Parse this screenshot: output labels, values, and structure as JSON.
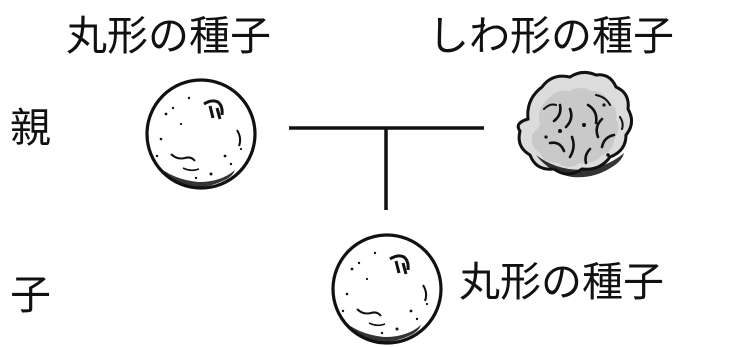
{
  "labels": {
    "parent_round_seed": "丸形の種子",
    "parent_wrinkled_seed": "しわ形の種子",
    "child_round_seed": "丸形の種子"
  },
  "generations": {
    "parent": "親",
    "child": "子"
  }
}
